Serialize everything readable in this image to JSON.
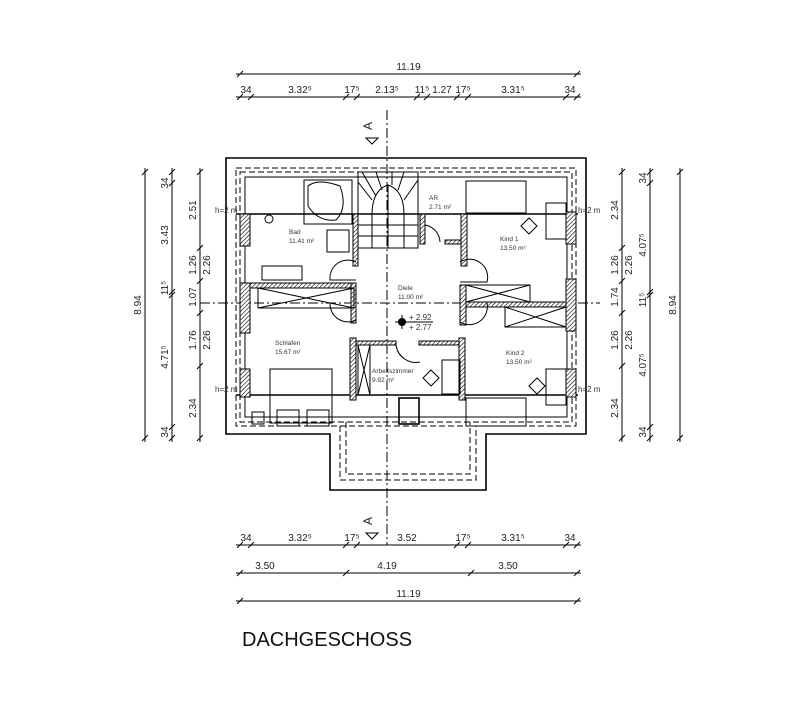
{
  "title": "DACHGESCHOSS",
  "dimensions": {
    "top_total": "11.19",
    "top_segments": [
      "34",
      "3.32⁵",
      "17⁵",
      "2.13⁵",
      "11⁵",
      "1.27",
      "17⁵",
      "3.31⁵",
      "34"
    ],
    "bottom_segments": [
      "34",
      "3.32⁵",
      "17⁵",
      "3.52",
      "17⁵",
      "3.31⁵",
      "34"
    ],
    "bottom_middle": [
      "3.50",
      "4.19",
      "3.50"
    ],
    "bottom_total": "11.19",
    "left_total": "8.94",
    "left_outer": [
      "34",
      "3.43",
      "11⁵",
      "4.71⁵",
      "34"
    ],
    "left_inner": [
      "2.51",
      "1.26",
      "2.26",
      "1.07",
      "1.76",
      "2.26",
      "2.34"
    ],
    "right_inner": [
      "2.34",
      "1.26",
      "2.26",
      "1.74",
      "1.26",
      "2.26",
      "2.34"
    ],
    "right_outer": [
      "34",
      "4.07⁵",
      "11⁵",
      "4.07⁵",
      "34"
    ],
    "right_total": "8.94"
  },
  "rooms": [
    {
      "name": "Bad",
      "area": "11.41 m²"
    },
    {
      "name": "AR",
      "area": "2.71 m²"
    },
    {
      "name": "Kind 1",
      "area": "13.50 m²"
    },
    {
      "name": "Diele",
      "area": "11.00 m²"
    },
    {
      "name": "Schlafen",
      "area": "15.67 m²"
    },
    {
      "name": "Arbeitszimmer",
      "area": "9.92 m²"
    },
    {
      "name": "Kind 2",
      "area": "13.50 m²"
    }
  ],
  "level": {
    "upper": "+ 2.92",
    "lower": "+ 2.77"
  },
  "headroom_label": "h=2 m",
  "section_marker": "A"
}
